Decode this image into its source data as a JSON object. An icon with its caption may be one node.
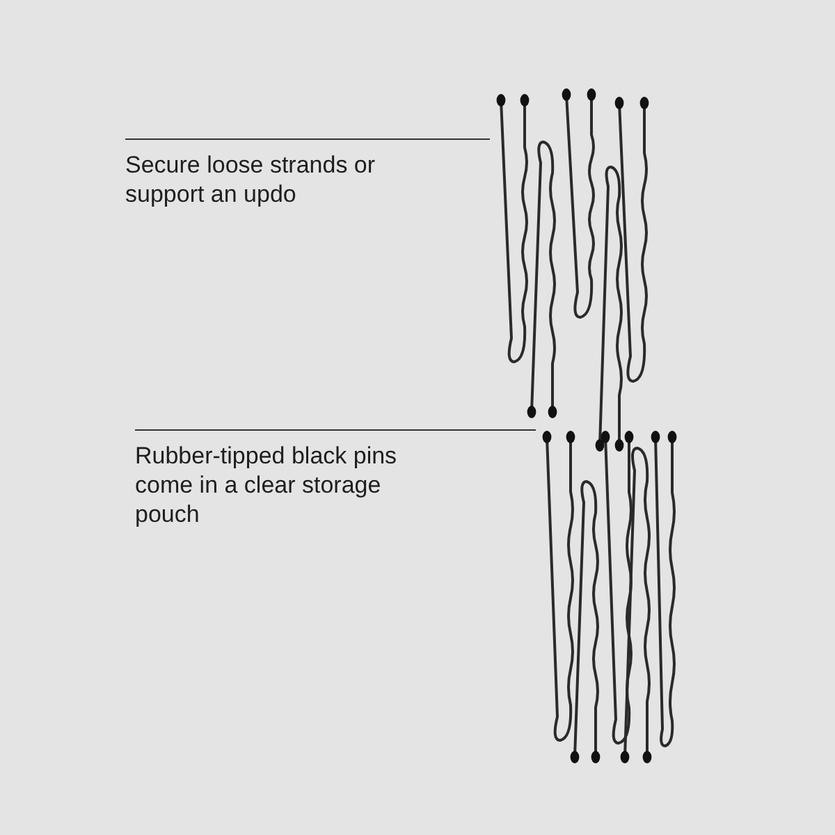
{
  "diagram": {
    "nodes": [
      {
        "text": [
          "Secure loose strands or support an updo"
        ]
      },
      {
        "text": [],
        "shape": "picture"
      },
      {
        "text": [
          "Rubber-tipped black pins come in a clear storage pouch"
        ]
      },
      {
        "text": [],
        "shape": "picture"
      }
    ],
    "edges": [
      {
        "from": 0,
        "to": 1,
        "arrow": "none"
      },
      {
        "from": 2,
        "to": 3,
        "arrow": "none"
      }
    ]
  }
}
